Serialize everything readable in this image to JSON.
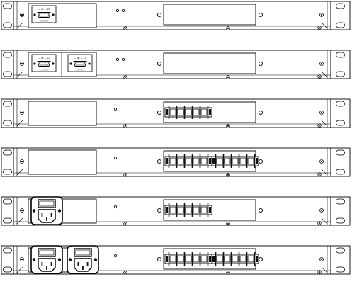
{
  "panels": [
    {
      "name": "Front panel with one serial port and blank right panel",
      "left": {
        "kind": "serial",
        "count": 1
      },
      "right": {
        "kind": "blank"
      },
      "led_count": 2
    },
    {
      "name": "Front panel with two serial ports and blank right panel",
      "left": {
        "kind": "serial",
        "count": 2
      },
      "right": {
        "kind": "blank"
      },
      "led_count": 2
    },
    {
      "name": "Front panel with blank left panel and 5-position terminal block",
      "left": {
        "kind": "blank"
      },
      "right": {
        "kind": "terminal",
        "blocks": 1,
        "positions": 5
      },
      "led_count": 1
    },
    {
      "name": "Front panel with blank left panel and two 5-position terminal blocks",
      "left": {
        "kind": "blank"
      },
      "right": {
        "kind": "terminal",
        "blocks": 2,
        "positions": 5
      },
      "led_count": 1
    },
    {
      "name": "Front panel with one power inlet and 5-position terminal block",
      "left": {
        "kind": "power",
        "count": 1
      },
      "right": {
        "kind": "terminal",
        "blocks": 1,
        "positions": 5
      },
      "led_count": 1
    },
    {
      "name": "Front panel with two power inlets and two 5-position terminal blocks",
      "left": {
        "kind": "power",
        "count": 2
      },
      "right": {
        "kind": "terminal",
        "blocks": 2,
        "positions": 5
      },
      "led_count": 1
    }
  ],
  "serial_port_labels": {
    "top": "— 串 — 口",
    "bottom": "□□□□"
  },
  "colors": {
    "stroke": "#000000",
    "background": "#ffffff",
    "fill_dark": "#111111"
  }
}
